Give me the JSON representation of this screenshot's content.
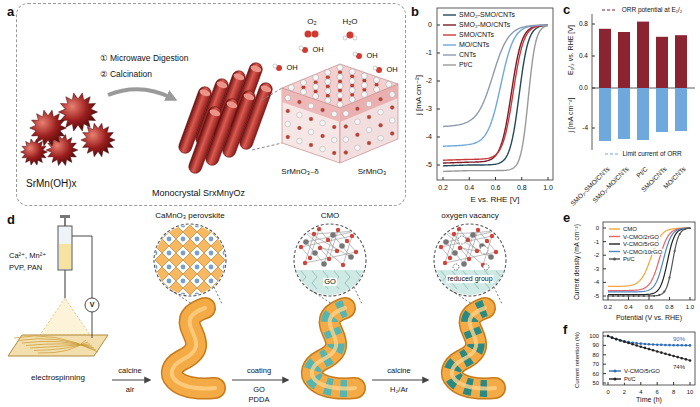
{
  "diagram": {
    "nodes": [
      {
        "text": [
          "SrMn(OH)x",
          "① Microwave Digestion",
          "② Calcination",
          "Monocrystal SrxMnyOz"
        ]
      },
      {
        "text": [
          "CaMnO₃ perovskite"
        ]
      },
      {
        "text": [
          "CMO",
          "GO"
        ]
      },
      {
        "text": [
          "oxygen vacancy",
          "reduced group"
        ]
      }
    ],
    "labels": [
      "a",
      "O₂",
      "H₂O",
      "OH",
      "OH",
      "OH",
      "OH",
      "SrMnO₃₋δ",
      "SrMnO₃",
      "b",
      "j [mA cm⁻²]",
      "E vs. RHE [V]",
      "0",
      "-1",
      "-2",
      "-3",
      "-4",
      "-5",
      "0.2",
      "0.4",
      "0.6",
      "0.8",
      "1.0",
      "c",
      "ORR potential at E₁/₂",
      "Limit current of ORR",
      "E₁/₂ vs. RHE [V]",
      "j [mA cm⁻²]",
      "0.8",
      "0.4",
      "0.0",
      "-4",
      "SMO₂-SMO/CNTs",
      "SMO₂-MO/CNTs",
      "Pt/C",
      "SMO/CNTs",
      "MO/CNTs",
      "d",
      "Ca²⁺, Mn²⁺",
      "PVP, PAN",
      "V",
      "electrospinning",
      "calcine",
      "air",
      "coating",
      "GO",
      "PDDA",
      "calcine",
      "H₂/Ar",
      "e",
      "Current density (mA cm⁻²)",
      "Potential (V vs. RHE)",
      "0",
      "-1",
      "-2",
      "-3",
      "-4",
      "-5",
      "0.2",
      "0.4",
      "0.6",
      "0.8",
      "1.0",
      "f",
      "Current retention (%)",
      "Time (h)",
      "100",
      "90",
      "80",
      "70",
      "60",
      "50",
      "0",
      "2",
      "4",
      "6",
      "8",
      "10",
      "90%",
      "74%"
    ],
    "legend": [
      {
        "text": "SMO₂-SMO/CNTs"
      },
      {
        "text": "SMO₂-MO/CNTs"
      },
      {
        "text": "SMO/CNTs"
      },
      {
        "text": "MO/CNTs"
      },
      {
        "text": "CNTs"
      },
      {
        "text": "Pt/C"
      },
      {
        "text": "CMO"
      },
      {
        "text": "V-CMO/2rGO"
      },
      {
        "text": "V-CMO/5rGO"
      },
      {
        "text": "V-CMO/10rGO"
      },
      {
        "text": "Pt/C"
      },
      {
        "text": "V-CMO/5rGO"
      },
      {
        "text": "Pt/C"
      }
    ]
  }
}
